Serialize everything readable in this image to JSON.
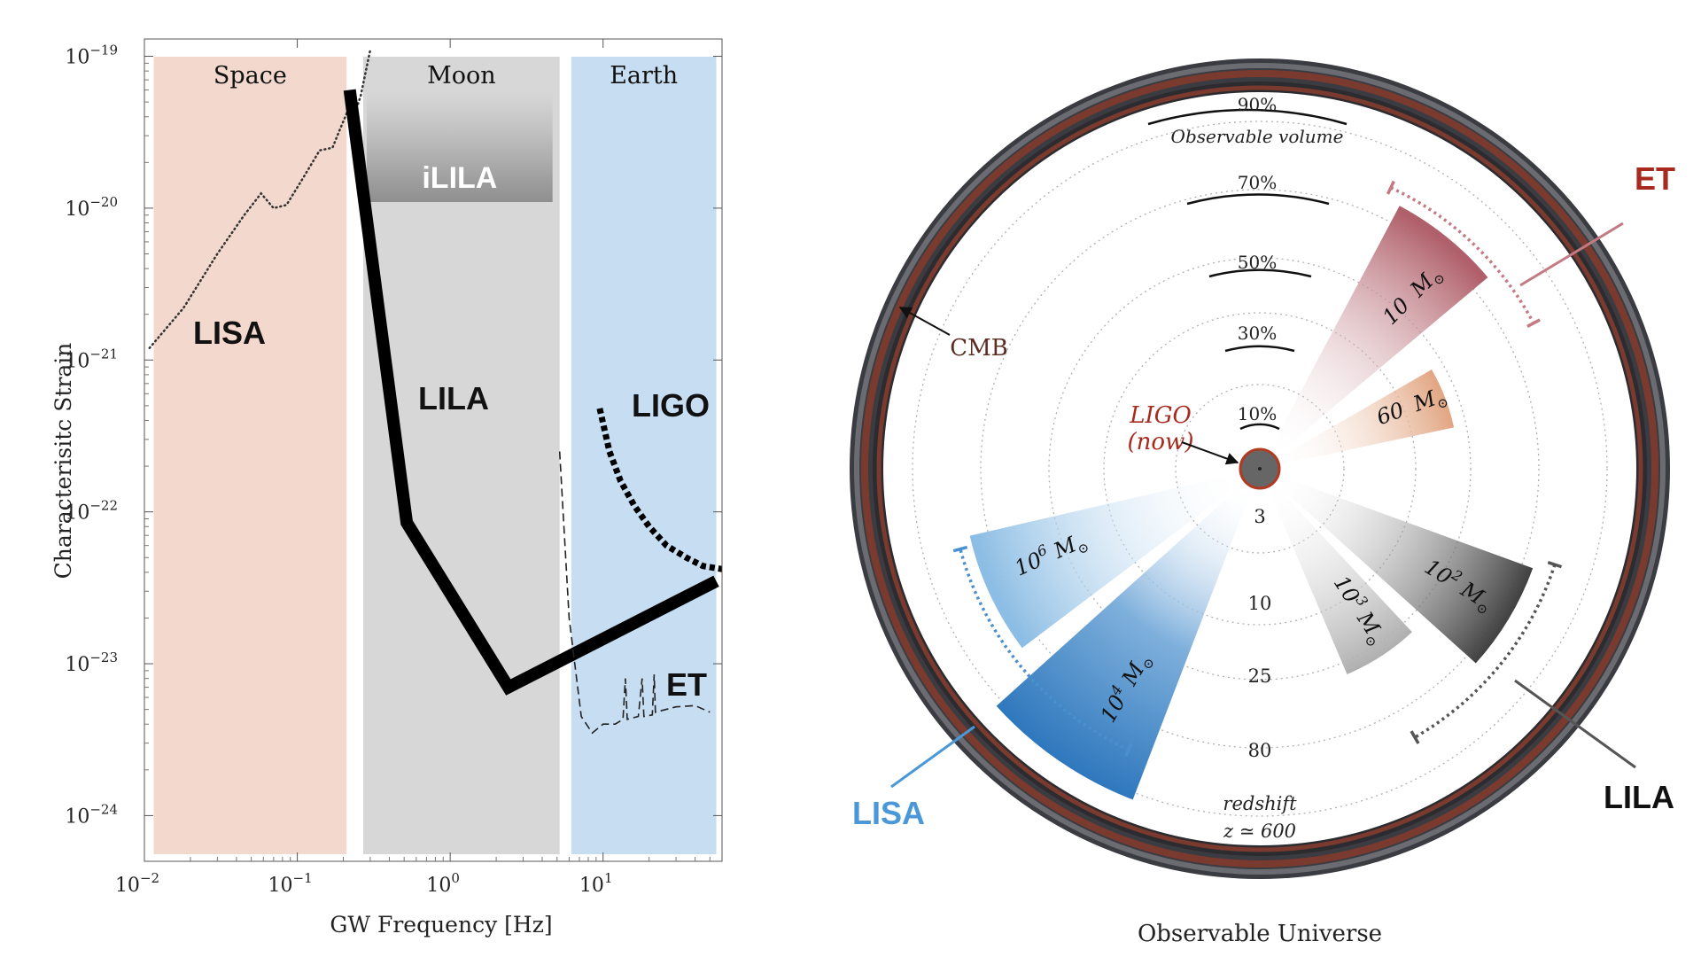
{
  "left_chart": {
    "type": "line",
    "xlabel": "GW Frequency [Hz]",
    "ylabel": "Characterisitc Strain",
    "x_scale": "log",
    "y_scale": "log",
    "xlim": [
      0.01,
      60
    ],
    "ylim": [
      5e-25,
      1.3e-19
    ],
    "x_ticks": [
      {
        "v": 0.01,
        "b": "10",
        "e": "−2"
      },
      {
        "v": 0.1,
        "b": "10",
        "e": "−1"
      },
      {
        "v": 1,
        "b": "10",
        "e": "0"
      },
      {
        "v": 10,
        "b": "10",
        "e": "1"
      }
    ],
    "y_ticks": [
      {
        "v": 1e-24,
        "b": "10",
        "e": "−24"
      },
      {
        "v": 1e-23,
        "b": "10",
        "e": "−23"
      },
      {
        "v": 1e-22,
        "b": "10",
        "e": "−22"
      },
      {
        "v": 1e-21,
        "b": "10",
        "e": "−21"
      },
      {
        "v": 1e-20,
        "b": "10",
        "e": "−20"
      },
      {
        "v": 1e-19,
        "b": "10",
        "e": "−19"
      }
    ],
    "bands": [
      {
        "label": "Space",
        "f_min": 0.0115,
        "f_max": 0.21,
        "color": "#f3d9cd"
      },
      {
        "label": "Moon",
        "f_min": 0.27,
        "f_max": 5.2,
        "color": "#d7d7d7"
      },
      {
        "label": "Earth",
        "f_min": 6.2,
        "f_max": 55,
        "color": "#c7ddf1"
      }
    ],
    "ilila": {
      "label": "iLILA",
      "f_min": 0.27,
      "f_max": 5.2
    },
    "series": [
      {
        "name": "LISA",
        "style": "dotted",
        "points": [
          [
            0.0108,
            1.2e-21
          ],
          [
            0.018,
            2.2e-21
          ],
          [
            0.03,
            5e-21
          ],
          [
            0.045,
            9e-21
          ],
          [
            0.058,
            1.25e-20
          ],
          [
            0.07,
            1e-20
          ],
          [
            0.085,
            1.05e-20
          ],
          [
            0.11,
            1.6e-20
          ],
          [
            0.14,
            2.4e-20
          ],
          [
            0.17,
            2.5e-20
          ],
          [
            0.19,
            3.3e-20
          ],
          [
            0.21,
            4.2e-20
          ],
          [
            0.23,
            3.8e-20
          ],
          [
            0.26,
            5.5e-20
          ],
          [
            0.3,
            1.1e-19
          ]
        ]
      },
      {
        "name": "LILA",
        "style": "thick",
        "points": [
          [
            0.22,
            6e-20
          ],
          [
            0.52,
            8.5e-23
          ],
          [
            2.4,
            7e-24
          ],
          [
            55,
            3.5e-23
          ]
        ]
      },
      {
        "name": "LIGO",
        "style": "dashed-thick",
        "points": [
          [
            9.5,
            4.8e-22
          ],
          [
            11,
            2.5e-22
          ],
          [
            13,
            1.6e-22
          ],
          [
            16,
            1.1e-22
          ],
          [
            20,
            8e-23
          ],
          [
            26,
            6e-23
          ],
          [
            35,
            5e-23
          ],
          [
            45,
            4.4e-23
          ],
          [
            60,
            4.2e-23
          ]
        ]
      },
      {
        "name": "ET",
        "style": "dashed",
        "points": [
          [
            5.2,
            2.5e-22
          ],
          [
            6,
            2e-23
          ],
          [
            7.2,
            4.5e-24
          ],
          [
            8.5,
            3.5e-24
          ],
          [
            10,
            4e-24
          ],
          [
            12,
            4e-24
          ],
          [
            13.5,
            4.3e-24
          ],
          [
            14,
            8e-24
          ],
          [
            14.4,
            4.3e-24
          ],
          [
            17,
            4.5e-24
          ],
          [
            18,
            8e-24
          ],
          [
            18.5,
            4.5e-24
          ],
          [
            21,
            4.6e-24
          ],
          [
            21.6,
            8.5e-24
          ],
          [
            22,
            4.8e-24
          ],
          [
            30,
            5.2e-24
          ],
          [
            40,
            5.3e-24
          ],
          [
            50,
            4.8e-24
          ]
        ]
      }
    ],
    "labels": {
      "lisa": "LISA",
      "lila": "LILA",
      "ligo": "LIGO",
      "et": "ET"
    }
  },
  "right_diagram": {
    "caption": "Observable Universe",
    "observable_volume_label": "Observable volume",
    "volume_marks": [
      "90%",
      "70%",
      "50%",
      "30%",
      "10%"
    ],
    "redshift_ticks": [
      "3",
      "10",
      "25",
      "80"
    ],
    "redshift_label": "redshift",
    "cmb_redshift": "z ≃ 600",
    "cmb_label": "CMB",
    "ligo_now": [
      "LIGO",
      "(now)"
    ],
    "wedges": [
      {
        "name": "ET 10 Msun",
        "base": "10",
        "exp": "",
        "reach": 0.84,
        "color": "#b0606a"
      },
      {
        "name": "ET 60 Msun",
        "base": "60",
        "exp": "",
        "reach": 0.56,
        "color": "#e0a07a"
      },
      {
        "name": "LILA 10^2 Msun",
        "base": "10",
        "exp": "2",
        "reach": 0.82,
        "color": "#3e3e3e"
      },
      {
        "name": "LILA 10^3 Msun",
        "base": "10",
        "exp": "3",
        "reach": 0.63,
        "color": "#aaaaaa"
      },
      {
        "name": "LISA 10^4 Msun",
        "base": "10",
        "exp": "4",
        "reach": 1.0,
        "color": "#3f86c6"
      },
      {
        "name": "LISA 10^6 Msun",
        "base": "10",
        "exp": "6",
        "reach": 0.84,
        "color": "#8cbde4"
      }
    ],
    "detector_labels": {
      "et": "ET",
      "lila": "LILA",
      "lisa": "LISA"
    },
    "colors": {
      "et": "#a82a1e",
      "lisa": "#4a98d8",
      "lila": "#111111",
      "ring": "#5a2c22"
    }
  }
}
